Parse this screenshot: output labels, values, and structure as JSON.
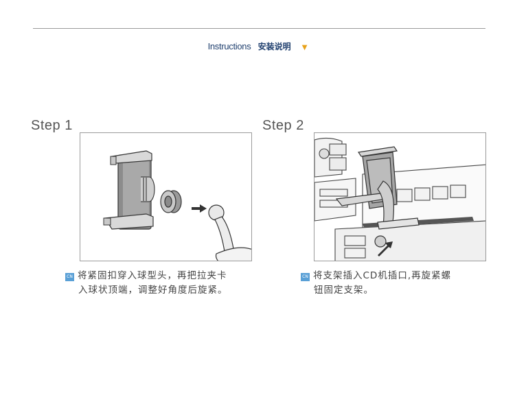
{
  "header": {
    "title_en": "Instructions",
    "title_cn": "安装说明",
    "marker_icon": "down-triangle-icon",
    "marker_color": "#e8a21a"
  },
  "steps": [
    {
      "title": "Step 1",
      "badge": "CN",
      "line1": "将紧固扣穿入球型头，再把拉夹卡",
      "line2": "入球状顶端，调整好角度后旋紧。"
    },
    {
      "title": "Step 2",
      "badge": "CN",
      "line1": "将支架插入CD机插口,再旋紧螺",
      "line2": "钮固定支架。"
    }
  ]
}
